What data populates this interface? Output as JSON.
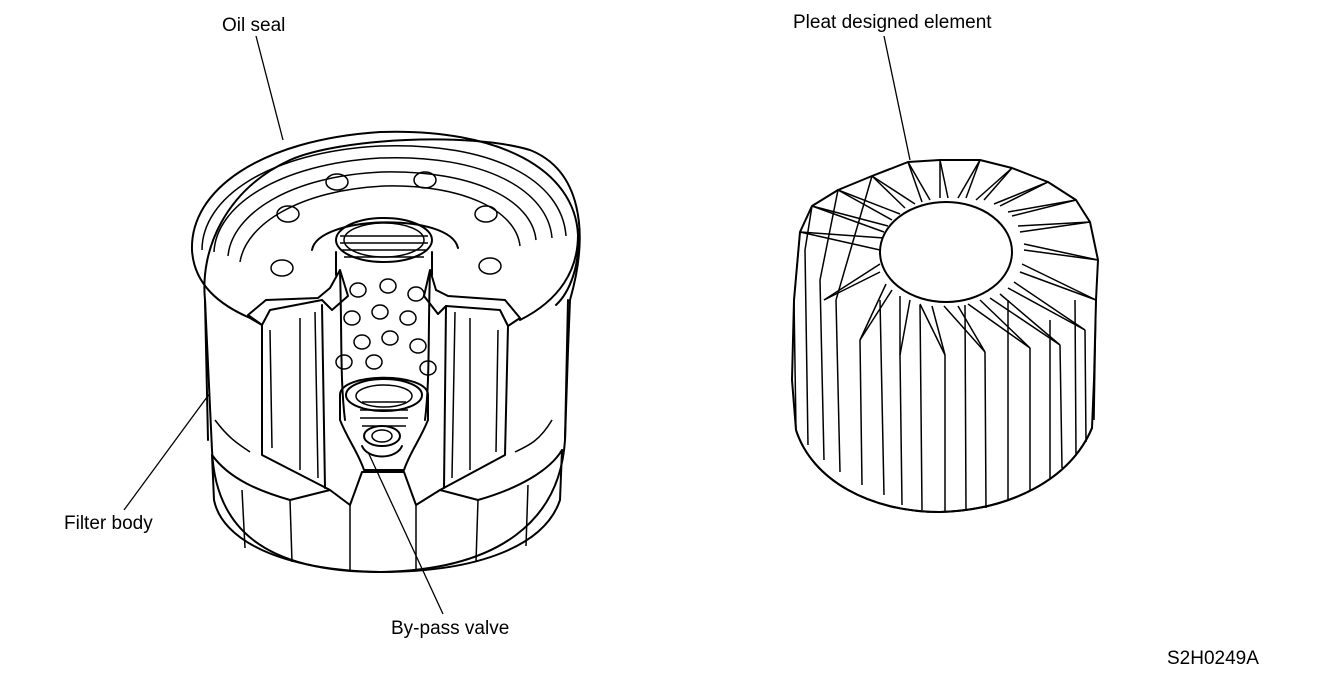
{
  "labels": {
    "oil_seal": "Oil seal",
    "filter_body": "Filter body",
    "bypass_valve": "By-pass valve",
    "pleat_element": "Pleat designed element",
    "figure_code": "S2H0249A"
  },
  "colors": {
    "ink": "#000000",
    "paper": "#ffffff"
  }
}
